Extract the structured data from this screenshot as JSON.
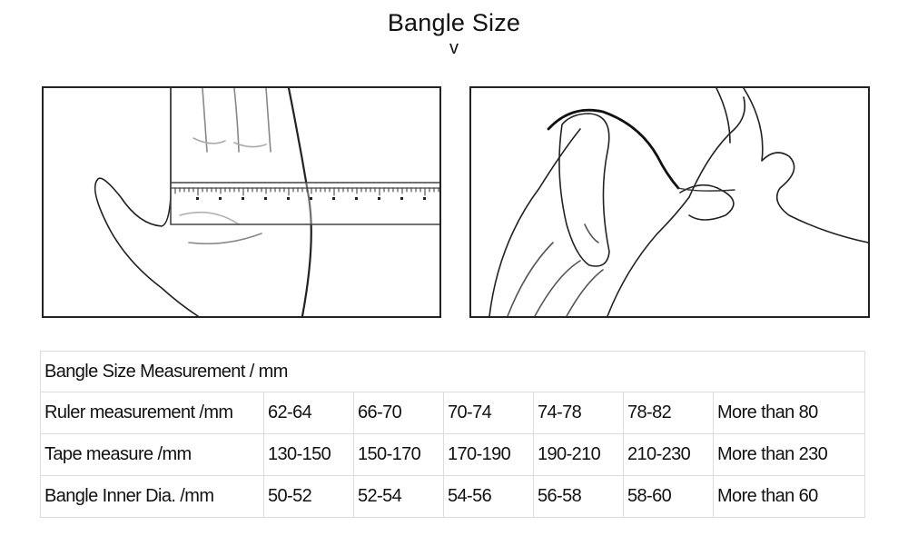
{
  "title": "Bangle Size",
  "title_mark": "v",
  "table": {
    "header": "Bangle Size Measurement / mm",
    "rows": [
      {
        "label": "Ruler measurement /mm",
        "values": [
          "62-64",
          "66-70",
          "70-74",
          "74-78",
          "78-82",
          "More than 80"
        ]
      },
      {
        "label": "Tape measure /mm",
        "values": [
          "130-150",
          "150-170",
          "170-190",
          "190-210",
          "210-230",
          "More than 230"
        ]
      },
      {
        "label": "Bangle Inner Dia. /mm",
        "values": [
          "50-52",
          "52-54",
          "54-56",
          "56-58",
          "58-60",
          "More than 60"
        ]
      }
    ]
  },
  "illustrations": {
    "left": "hand-ruler-illustration",
    "right": "hand-tape-illustration"
  }
}
